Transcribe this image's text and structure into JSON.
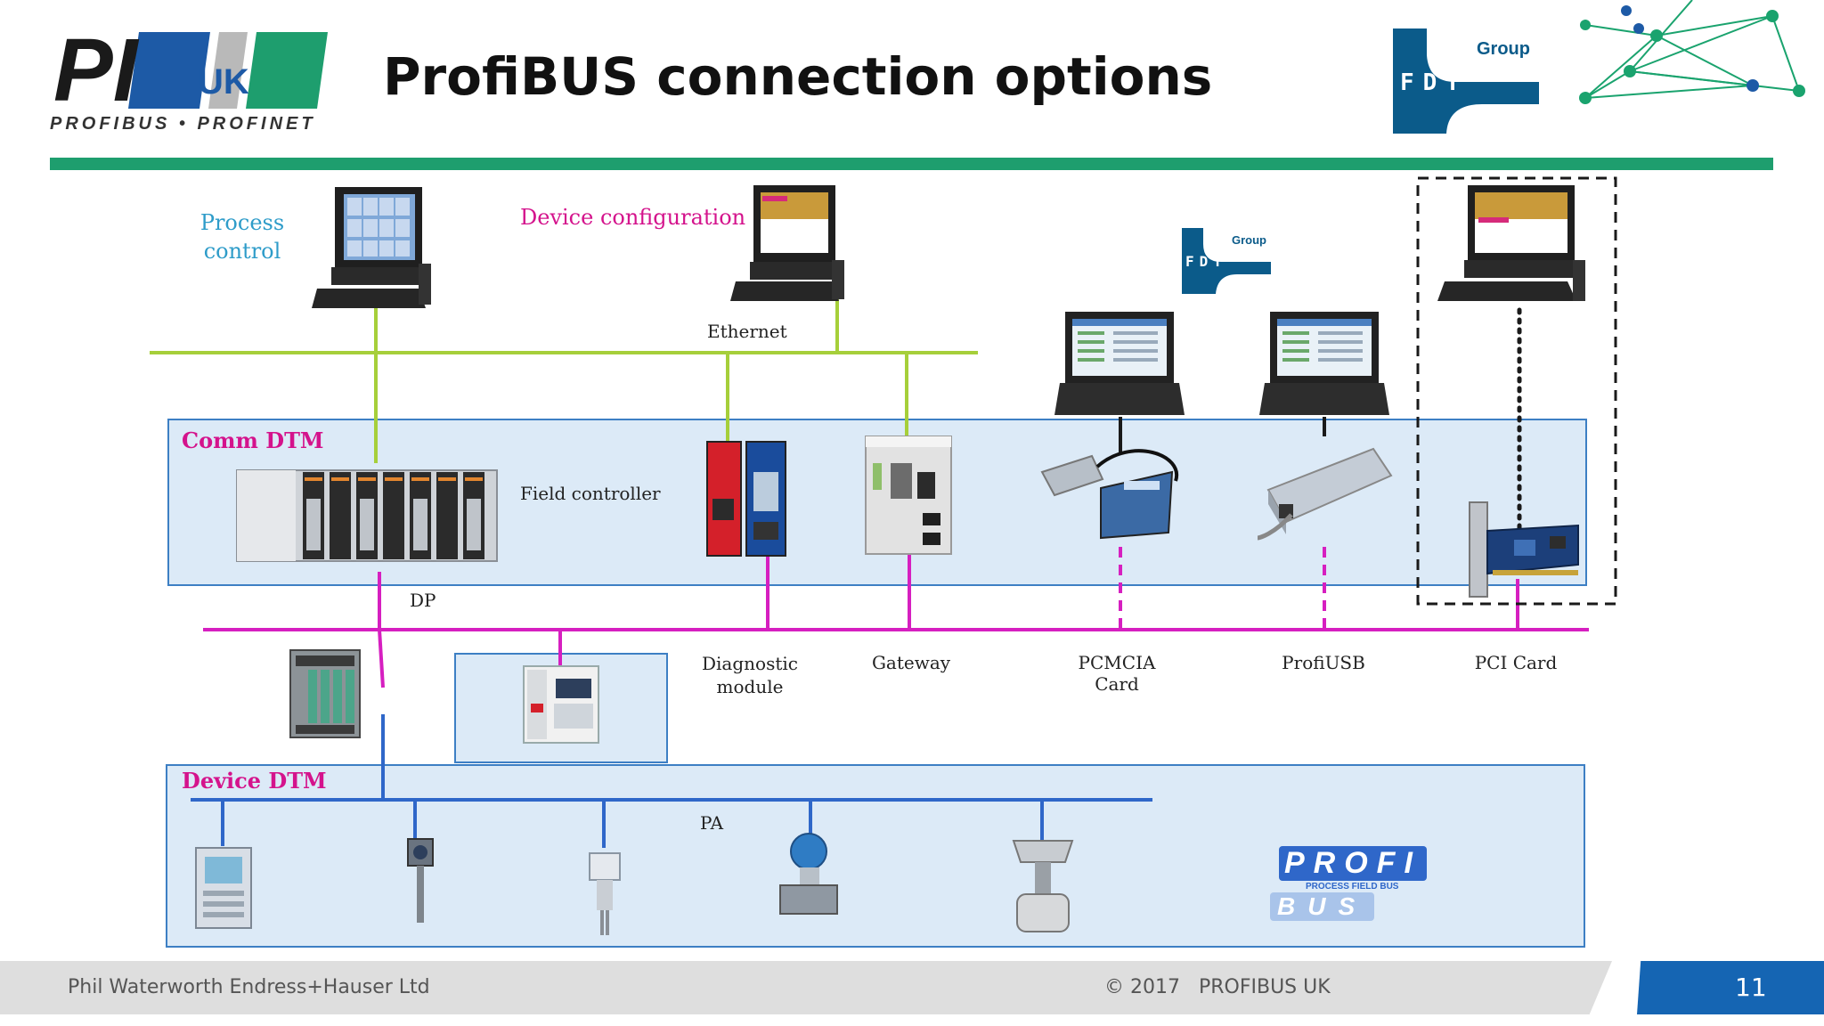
{
  "header": {
    "title": "ProfiBUS connection options",
    "logo_letters": "PI",
    "logo_uk": "UK",
    "logo_subtitle": "PROFIBUS • PROFINET",
    "fdt_group": "Group",
    "fdt_text": "FDT"
  },
  "labels": {
    "process_control": [
      "Process",
      "control"
    ],
    "device_configuration": "Device configuration",
    "ethernet": "Ethernet",
    "comm_dtm": "Comm DTM",
    "field_controller": "Field controller",
    "dp": "DP",
    "diagnostic_module": [
      "Diagnostic",
      "module"
    ],
    "gateway": "Gateway",
    "pcmcia_card": "PCMCIA Card",
    "profiusb": "ProfiUSB",
    "pci_card": "PCI Card",
    "device_dtm": "Device DTM",
    "pa": "PA",
    "profibus_logo_top": "PROFI",
    "profibus_logo_mid": "PROCESS FIELD BUS",
    "profibus_logo_bottom": "BUS",
    "small_fdt_group": "Group",
    "small_fdt_text": "FDT"
  },
  "footer": {
    "author": "Phil Waterworth Endress+Hauser Ltd",
    "copyright": "© 2017   PROFIBUS UK",
    "page_number": "11"
  },
  "colors": {
    "ethernet_line": "#a6cf3a",
    "dp_line": "#d61fc0",
    "pa_line": "#2f67c9",
    "zone_fill": "#dceaf7",
    "header_bar": "#1e9e6e",
    "accent_pink": "#d4138c",
    "page_tab": "#1565b3"
  }
}
